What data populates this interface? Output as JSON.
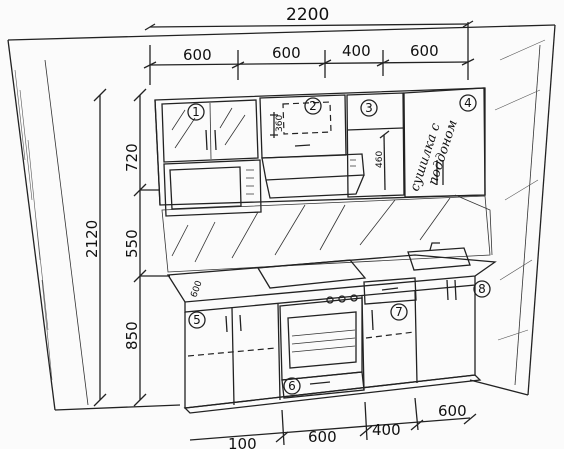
{
  "dimensions": {
    "total_width": "2200",
    "upper_row": [
      "600",
      "600",
      "400",
      "600"
    ],
    "lower_row": [
      "100",
      "600",
      "400",
      "600"
    ],
    "total_height": "2120",
    "upper_height": "720",
    "backsplash_height": "550",
    "base_height": "850",
    "hood_cabinet_height": "360",
    "shelf_height": "460",
    "counter_depth": "600"
  },
  "modules": [
    "1",
    "2",
    "3",
    "4",
    "5",
    "6",
    "7",
    "8"
  ],
  "annotation": {
    "line1": "сушилка с",
    "line2": "поддоном"
  }
}
